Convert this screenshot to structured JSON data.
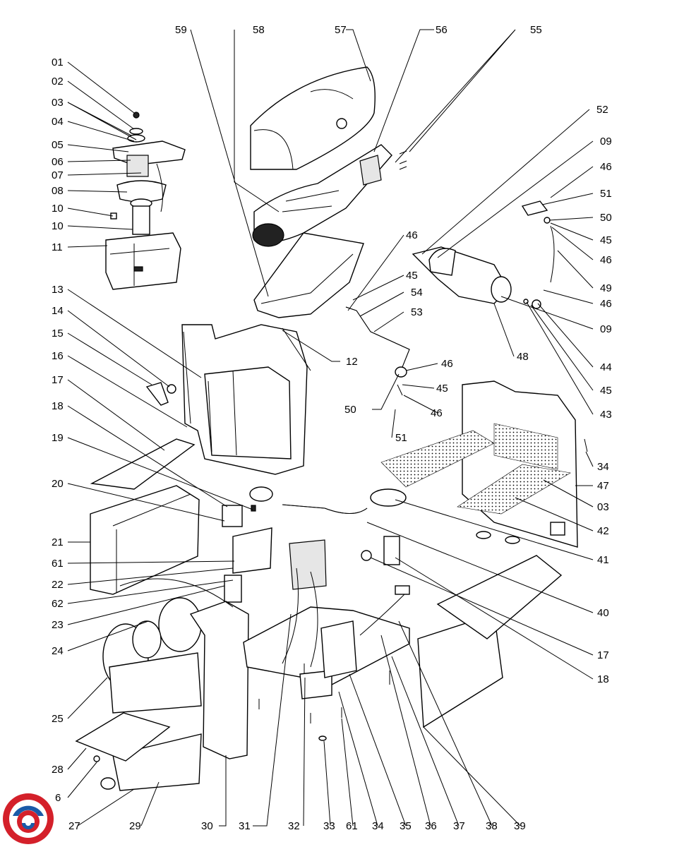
{
  "logo": {
    "name": "brand-logo-icon",
    "colors": [
      "#d4202a",
      "#1a5aa8"
    ]
  },
  "callouts": [
    {
      "id": "c01",
      "text": "01"
    },
    {
      "id": "c02",
      "text": "02"
    },
    {
      "id": "c03a",
      "text": "03"
    },
    {
      "id": "c04",
      "text": "04"
    },
    {
      "id": "c05",
      "text": "05"
    },
    {
      "id": "c06",
      "text": "06"
    },
    {
      "id": "c07",
      "text": "07"
    },
    {
      "id": "c08",
      "text": "08"
    },
    {
      "id": "c10a",
      "text": "10"
    },
    {
      "id": "c10b",
      "text": "10"
    },
    {
      "id": "c11",
      "text": "11"
    },
    {
      "id": "c13",
      "text": "13"
    },
    {
      "id": "c14",
      "text": "14"
    },
    {
      "id": "c15",
      "text": "15"
    },
    {
      "id": "c16",
      "text": "16"
    },
    {
      "id": "c17a",
      "text": "17"
    },
    {
      "id": "c18a",
      "text": "18"
    },
    {
      "id": "c19",
      "text": "19"
    },
    {
      "id": "c20",
      "text": "20"
    },
    {
      "id": "c21",
      "text": "21"
    },
    {
      "id": "c61a",
      "text": "61"
    },
    {
      "id": "c22",
      "text": "22"
    },
    {
      "id": "c62",
      "text": "62"
    },
    {
      "id": "c23",
      "text": "23"
    },
    {
      "id": "c24",
      "text": "24"
    },
    {
      "id": "c25",
      "text": "25"
    },
    {
      "id": "c28",
      "text": "28"
    },
    {
      "id": "c26",
      "text": "6"
    },
    {
      "id": "c27",
      "text": "27"
    },
    {
      "id": "c29",
      "text": "29"
    },
    {
      "id": "c30",
      "text": "30"
    },
    {
      "id": "c31",
      "text": "31"
    },
    {
      "id": "c32",
      "text": "32"
    },
    {
      "id": "c33",
      "text": "33"
    },
    {
      "id": "c61b",
      "text": "61"
    },
    {
      "id": "c34b",
      "text": "34"
    },
    {
      "id": "c35",
      "text": "35"
    },
    {
      "id": "c36",
      "text": "36"
    },
    {
      "id": "c37",
      "text": "37"
    },
    {
      "id": "c38",
      "text": "38"
    },
    {
      "id": "c39",
      "text": "39"
    },
    {
      "id": "c59",
      "text": "59"
    },
    {
      "id": "c58",
      "text": "58"
    },
    {
      "id": "c57",
      "text": "57"
    },
    {
      "id": "c56",
      "text": "56"
    },
    {
      "id": "c55",
      "text": "55"
    },
    {
      "id": "c52",
      "text": "52"
    },
    {
      "id": "c09a",
      "text": "09"
    },
    {
      "id": "c46a",
      "text": "46"
    },
    {
      "id": "c51a",
      "text": "51"
    },
    {
      "id": "c50a",
      "text": "50"
    },
    {
      "id": "c45a",
      "text": "45"
    },
    {
      "id": "c46b",
      "text": "46"
    },
    {
      "id": "c49",
      "text": "49"
    },
    {
      "id": "c46c",
      "text": "46"
    },
    {
      "id": "c09b",
      "text": "09"
    },
    {
      "id": "c46d",
      "text": "46"
    },
    {
      "id": "c45b",
      "text": "45"
    },
    {
      "id": "c54",
      "text": "54"
    },
    {
      "id": "c53",
      "text": "53"
    },
    {
      "id": "c48",
      "text": "48"
    },
    {
      "id": "c44",
      "text": "44"
    },
    {
      "id": "c45c",
      "text": "45"
    },
    {
      "id": "c43",
      "text": "43"
    },
    {
      "id": "c12",
      "text": "12"
    },
    {
      "id": "c46e",
      "text": "46"
    },
    {
      "id": "c45d",
      "text": "45"
    },
    {
      "id": "c50b",
      "text": "50"
    },
    {
      "id": "c46f",
      "text": "46"
    },
    {
      "id": "c51b",
      "text": "51"
    },
    {
      "id": "c34a",
      "text": "34"
    },
    {
      "id": "c47",
      "text": "47"
    },
    {
      "id": "c03b",
      "text": "03"
    },
    {
      "id": "c42",
      "text": "42"
    },
    {
      "id": "c41",
      "text": "41"
    },
    {
      "id": "c40",
      "text": "40"
    },
    {
      "id": "c17b",
      "text": "17"
    },
    {
      "id": "c18b",
      "text": "18"
    }
  ]
}
